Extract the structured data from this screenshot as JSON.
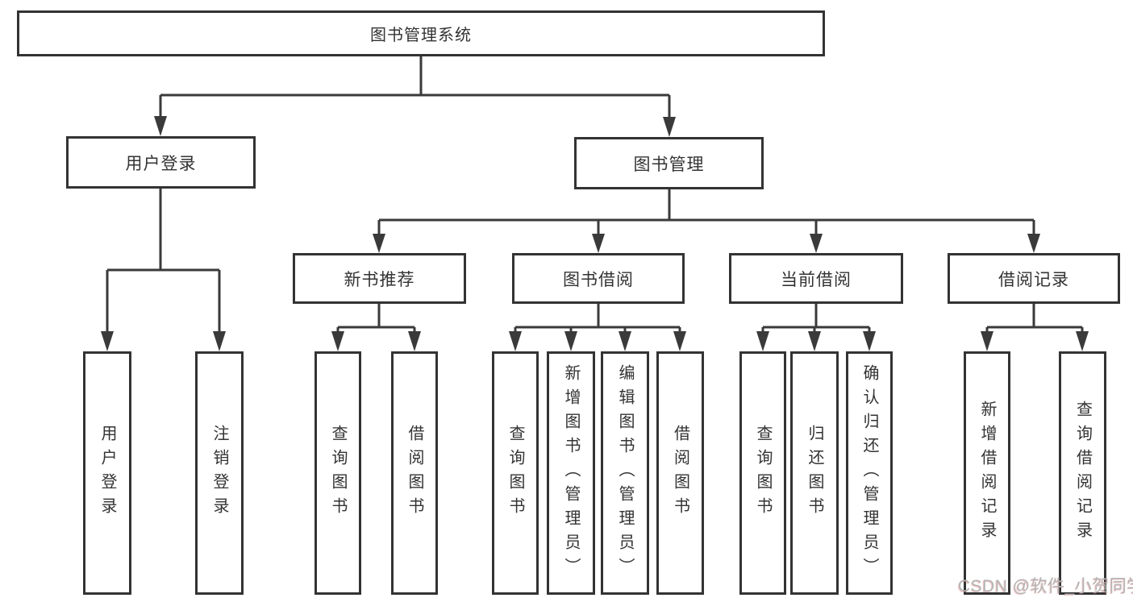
{
  "diagram_type": "functional-structure-tree",
  "colors": {
    "line": "#3a3a3a",
    "box_border": "#333333",
    "box_fill": "#ffffff",
    "text": "#333333",
    "watermark": "#b5b5b5",
    "background": "#ffffff"
  },
  "tree": {
    "label": "图书管理系统",
    "children": [
      {
        "label": "用户登录",
        "children": [
          {
            "label": "用户登录"
          },
          {
            "label": "注销登录"
          }
        ]
      },
      {
        "label": "图书管理",
        "children": [
          {
            "label": "新书推荐",
            "children": [
              {
                "label": "查询图书"
              },
              {
                "label": "借阅图书"
              }
            ]
          },
          {
            "label": "图书借阅",
            "children": [
              {
                "label": "查询图书"
              },
              {
                "label": "新增图书（管理员）"
              },
              {
                "label": "编辑图书（管理员）"
              },
              {
                "label": "借阅图书"
              }
            ]
          },
          {
            "label": "当前借阅",
            "children": [
              {
                "label": "查询图书"
              },
              {
                "label": "归还图书"
              },
              {
                "label": "确认归还（管理员）"
              }
            ]
          },
          {
            "label": "借阅记录",
            "children": [
              {
                "label": "新增借阅记录"
              },
              {
                "label": "查询借阅记录"
              }
            ]
          }
        ]
      }
    ]
  },
  "watermark": {
    "text": "CSDN @软件_小贺同学"
  }
}
